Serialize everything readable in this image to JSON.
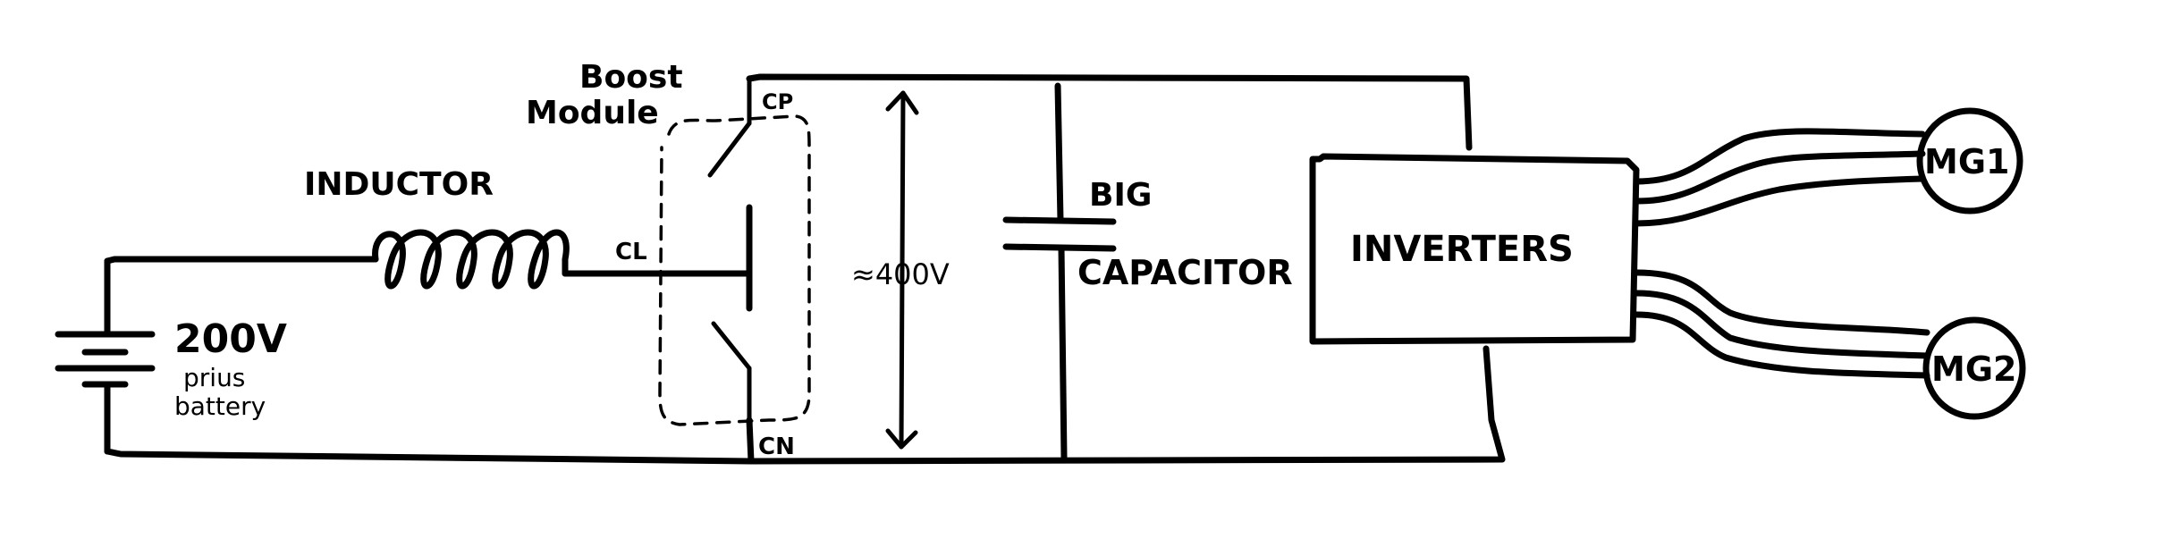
{
  "labels": {
    "boost_module_line1": "Boost",
    "boost_module_line2": "Module",
    "inductor": "INDUCTOR",
    "cl": "CL",
    "cp": "CP",
    "cn": "CN",
    "voltage_high": "≈400V",
    "big": "BIG",
    "capacitor": "CAPACITOR",
    "inverters": "INVERTERS",
    "mg1": "MG1",
    "mg2": "MG2",
    "battery_voltage": "200V",
    "battery_line1": "prius",
    "battery_line2": "battery"
  }
}
